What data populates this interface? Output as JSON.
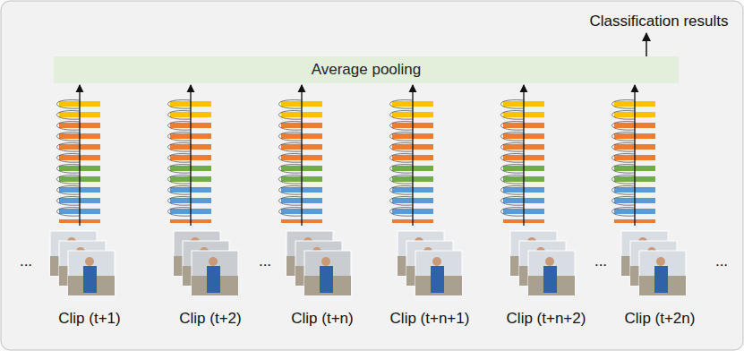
{
  "diagram": {
    "nodes": [
      {
        "text": [
          "Average pooling"
        ]
      }
    ],
    "labels": [
      "Classification results",
      "...",
      "Clip (t+1)",
      "Clip (t+2)",
      "...",
      "Clip (t+n)",
      "Clip (t+n+1)",
      "Clip (t+n+2)",
      "...",
      "Clip (t+2n)",
      "..."
    ]
  }
}
